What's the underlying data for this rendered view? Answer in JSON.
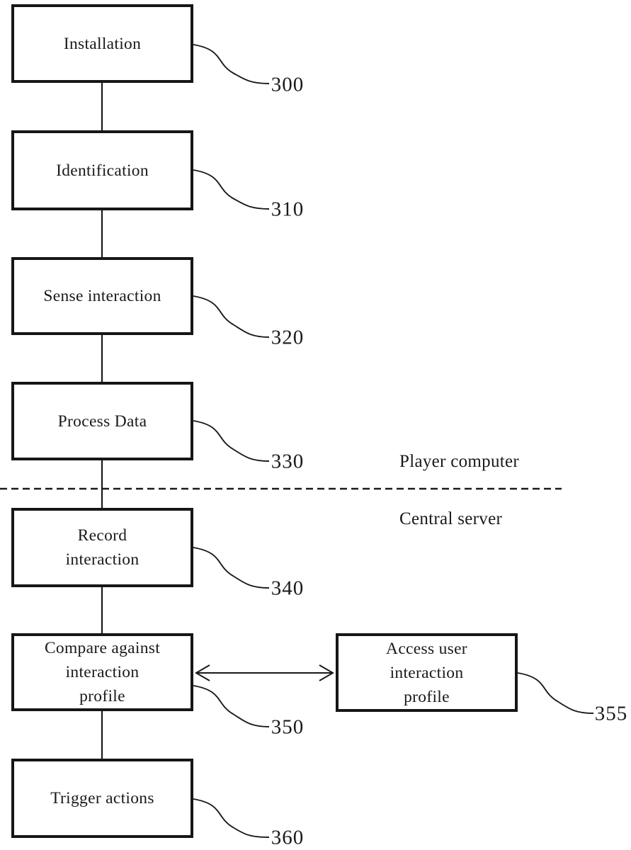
{
  "diagram": {
    "title_hint": "Flowchart of player interaction processing",
    "colors": {
      "ink": "#1a1a1a",
      "background": "#ffffff"
    },
    "boxes": [
      {
        "id": "installation",
        "label": "Installation",
        "ref": "300"
      },
      {
        "id": "identification",
        "label": "Identification",
        "ref": "310"
      },
      {
        "id": "sense-interaction",
        "label": "Sense interaction",
        "ref": "320"
      },
      {
        "id": "process-data",
        "label": "Process Data",
        "ref": "330"
      },
      {
        "id": "record-interaction",
        "label": "Record\ninteraction",
        "ref": "340"
      },
      {
        "id": "compare-profile",
        "label": "Compare against\ninteraction\nprofile",
        "ref": "350"
      },
      {
        "id": "access-profile",
        "label": "Access user\ninteraction\nprofile",
        "ref": "355"
      },
      {
        "id": "trigger-actions",
        "label": "Trigger actions",
        "ref": "360"
      }
    ],
    "regions": {
      "above_divider": "Player computer",
      "below_divider": "Central server"
    }
  }
}
